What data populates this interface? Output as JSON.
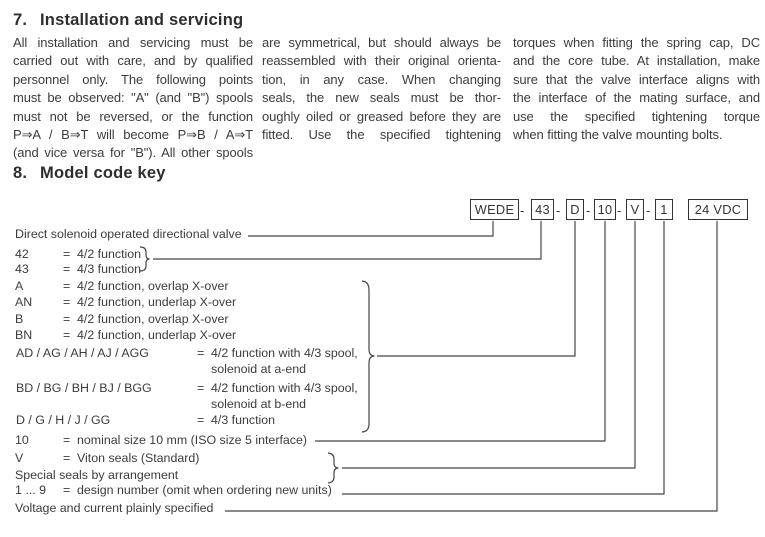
{
  "section7": {
    "number": "7.",
    "title": "Installation and servicing",
    "columns": [
      {
        "lines": [
          "All installation and servicing must be",
          "carried out with care, and by qualified",
          "personnel only. The following points",
          "must be observed: \"A\" (and \"B\") spools",
          "must not be reversed, or the function",
          "P⇒A / B⇒T will become P⇒B / A⇒T",
          "(and vice versa for \"B\"). All other spools"
        ]
      },
      {
        "lines": [
          "are symmetrical, but should always be",
          "reassembled with their original orienta-",
          "tion, in any case. When changing",
          "seals, the new seals must be thor-",
          "oughly oiled or greased before they are",
          "fitted. Use the specified tightening"
        ]
      },
      {
        "lines": [
          "torques when fitting the spring cap, DC",
          "and the core tube. At installation, make",
          "sure that the valve interface aligns with",
          "the interface of the mating surface, and",
          "use the specified tightening torque",
          "when fitting the valve mounting bolts."
        ]
      }
    ]
  },
  "section8": {
    "number": "8.",
    "title": "Model code key",
    "equals": "=",
    "model_code": {
      "segments": [
        "WEDE",
        "43",
        "D",
        "10",
        "V",
        "1"
      ],
      "separator": "-",
      "voltage": "24 VDC"
    },
    "key_rows": [
      {
        "label": "Direct solenoid operated directional valve"
      },
      {
        "code": "42",
        "desc": "4/2 function"
      },
      {
        "code": "43",
        "desc": "4/3 function"
      },
      {
        "code": "A",
        "desc": "4/2 function, overlap X-over"
      },
      {
        "code": "AN",
        "desc": "4/2 function, underlap X-over"
      },
      {
        "code": "B",
        "desc": "4/2 function, overlap X-over"
      },
      {
        "code": "BN",
        "desc": "4/2 function, underlap X-over"
      },
      {
        "code": "AD / AG / AH / AJ / AGG",
        "desc": "4/2 function with 4/3 spool,",
        "desc2": "solenoid at a-end"
      },
      {
        "code": "BD / BG / BH / BJ / BGG",
        "desc": "4/2 function with 4/3 spool,",
        "desc2": "solenoid at b-end"
      },
      {
        "code": "D / G / H / J / GG",
        "desc": "4/3 function"
      },
      {
        "code": "10",
        "desc": "nominal size 10 mm (ISO size 5 interface)"
      },
      {
        "code": "V",
        "desc": "Viton seals (Standard)"
      },
      {
        "label": "Special seals by arrangement"
      },
      {
        "code": "1 ... 9",
        "desc": "design number (omit when ordering new units)"
      },
      {
        "label": "Voltage and current plainly specified"
      }
    ]
  }
}
